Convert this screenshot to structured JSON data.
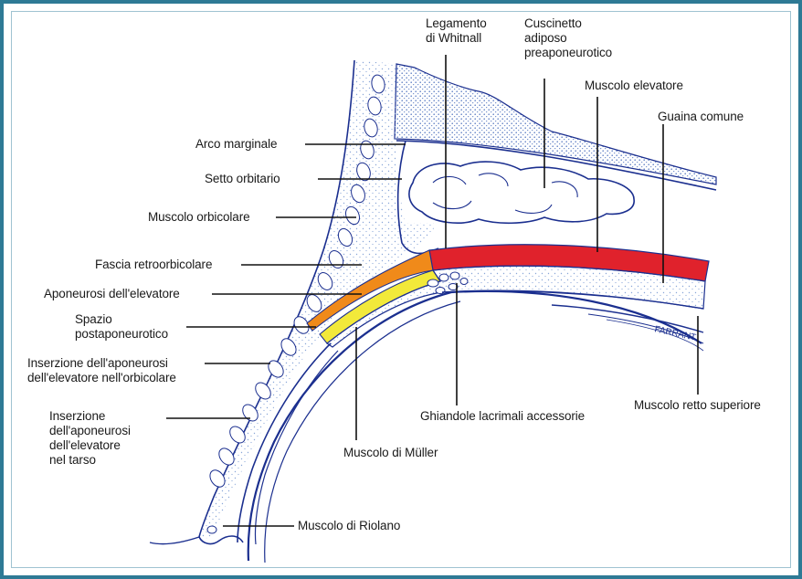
{
  "colors": {
    "frame": "#2e7a95",
    "line": "#1b2f8f",
    "stipple": "#8aa6d8",
    "levator_muscle": "#e0222c",
    "aponeurosis": "#f08a1a",
    "muller_muscle": "#f2e93a",
    "bone": "#e9eefa"
  },
  "labels": {
    "whitnall": [
      "Legamento",
      "di Whitnall"
    ],
    "fat_pad": [
      "Cuscinetto",
      "adiposo",
      "preaponeurotico"
    ],
    "levator": "Muscolo elevatore",
    "common_sheath": "Guaina comune",
    "marginal_arcade": "Arco marginale",
    "orbital_septum": "Setto orbitario",
    "orbicularis": "Muscolo orbicolare",
    "retro_orbicular_fascia": "Fascia retroorbicolare",
    "levator_aponeurosis": "Aponeurosi dell'elevatore",
    "postaponeurotic_space": [
      "Spazio",
      "postaponeurotico"
    ],
    "insertion_orbicularis": [
      "Inserzione dell'aponeurosi",
      "dell'elevatore nell'orbicolare"
    ],
    "insertion_tarsus": [
      "Inserzione",
      "dell'aponeurosi",
      "dell'elevatore",
      "nel tarso"
    ],
    "riolan": "Muscolo di Riolano",
    "muller": "Muscolo di Müller",
    "lacrimal_glands": "Ghiandole lacrimali accessorie",
    "superior_rectus": "Muscolo retto superiore",
    "signature": "FARRANT"
  }
}
